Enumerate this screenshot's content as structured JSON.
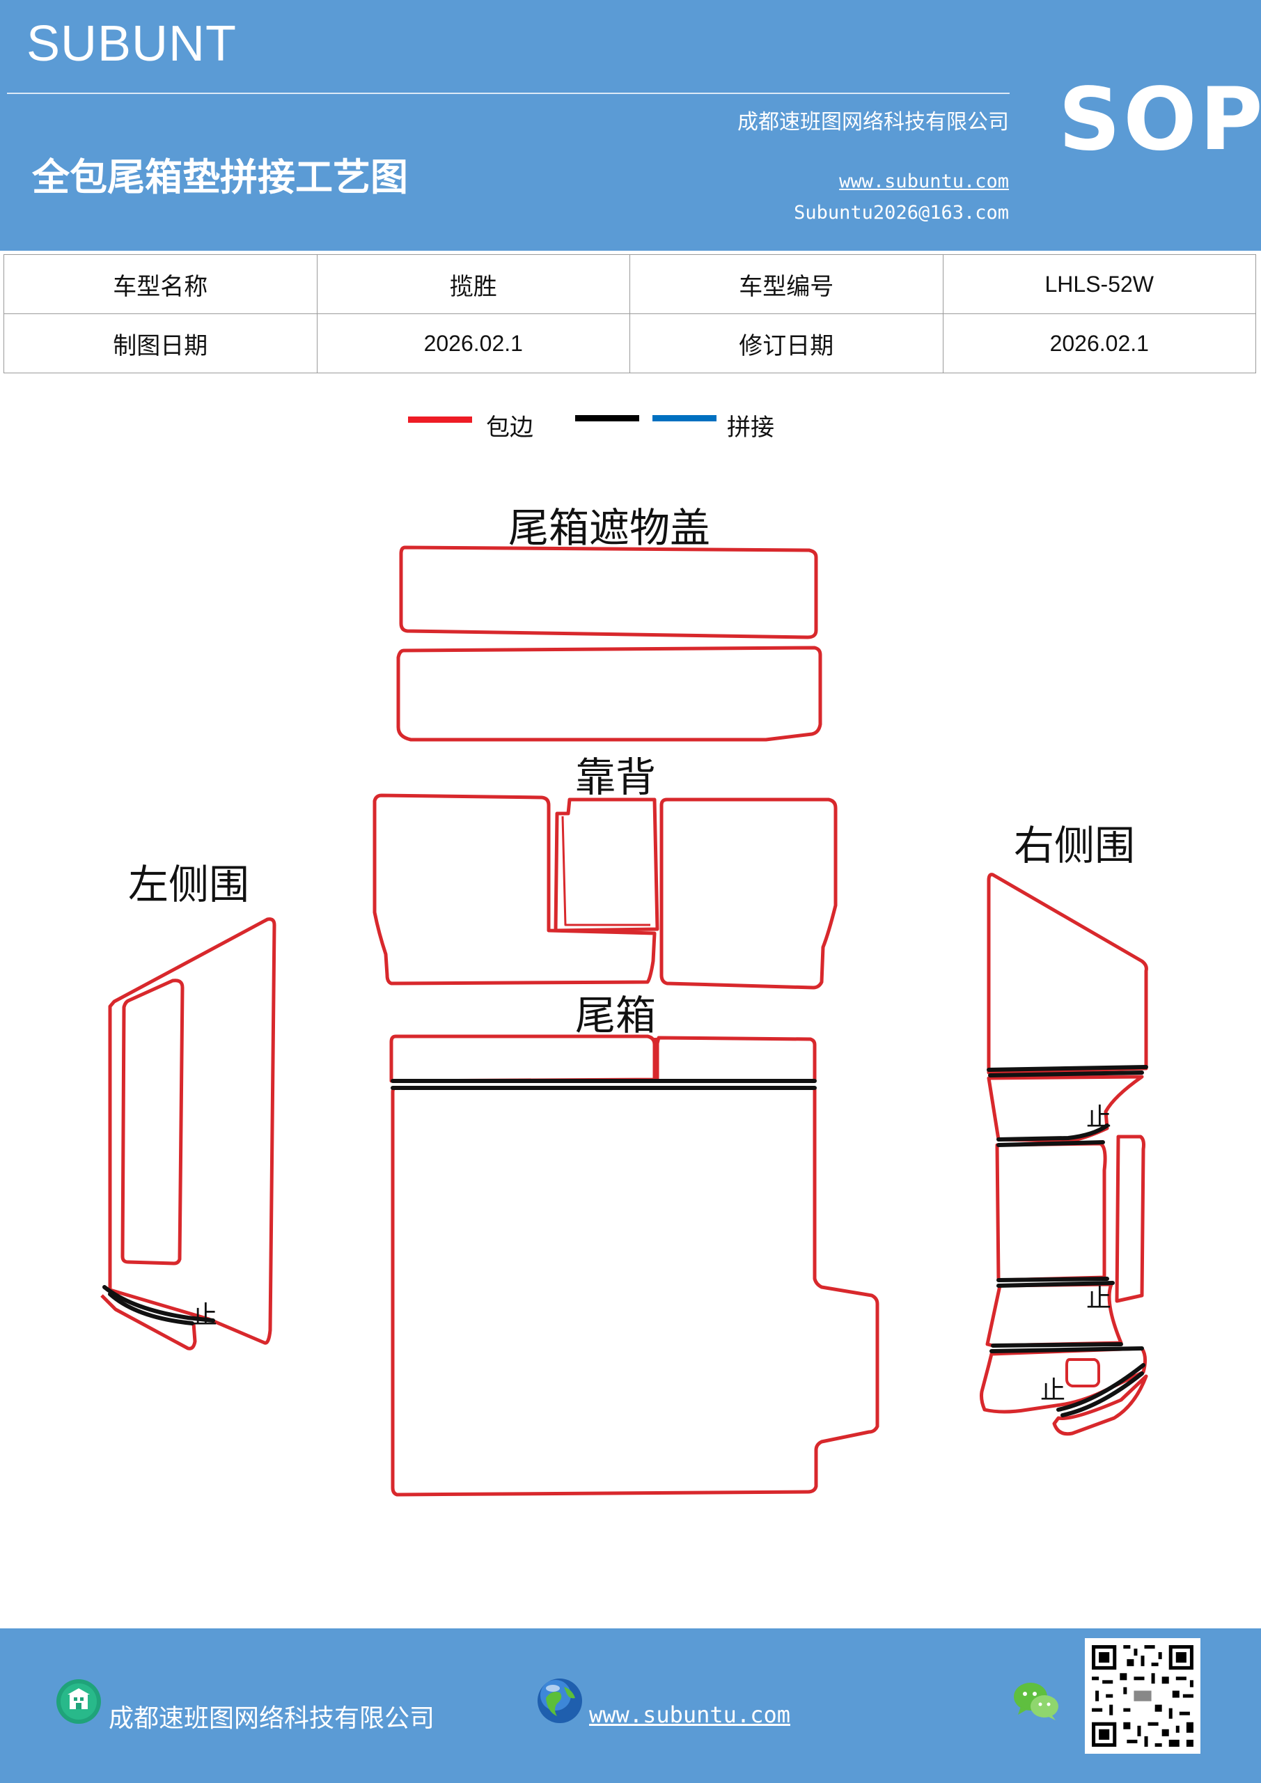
{
  "header": {
    "brand": "SUBUNT",
    "company": "成都速班图网络科技有限公司",
    "title": "全包尾箱垫拼接工艺图",
    "website": "www.subuntu.com",
    "email": "Subuntu2026@163.com",
    "badge": "SOP"
  },
  "info_table": {
    "rows": [
      {
        "label1": "车型名称",
        "value1": "揽胜",
        "label2": "车型编号",
        "value2": "LHLS-52W"
      },
      {
        "label1": "制图日期",
        "value1": "2026.02.1",
        "label2": "修订日期",
        "value2": "2026.02.1"
      }
    ]
  },
  "legend": {
    "items": [
      {
        "label": "包边",
        "color": "#ee1c25"
      },
      {
        "label": "",
        "color": "#000000"
      },
      {
        "label": "拼接",
        "color": "#0070c0"
      }
    ]
  },
  "diagram": {
    "labels": {
      "trunk_cover": "尾箱遮物盖",
      "backrest": "靠背",
      "left_side": "左侧围",
      "right_side": "右侧围",
      "trunk": "尾箱",
      "stop": "止"
    },
    "colors": {
      "edge": "#d8282c",
      "seam": "#111111"
    }
  },
  "footer": {
    "company": "成都速班图网络科技有限公司",
    "website": "www.subuntu.com",
    "icons": [
      "building-icon",
      "globe-icon",
      "wechat-icon",
      "qr-code"
    ]
  }
}
